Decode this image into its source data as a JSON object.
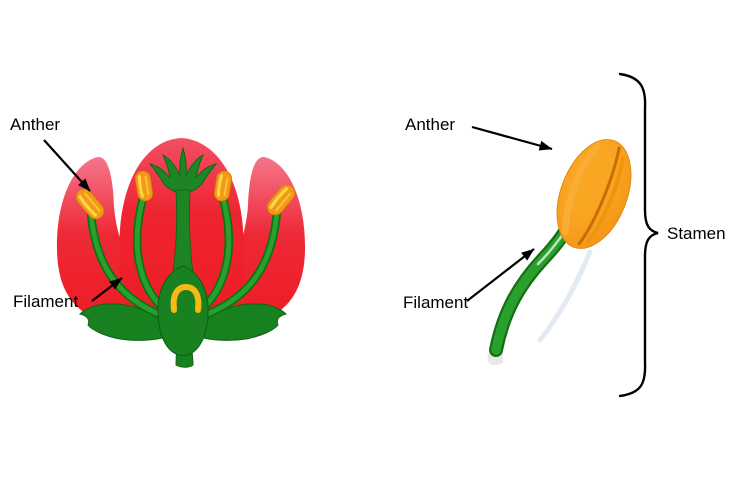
{
  "page": {
    "background": "#ffffff"
  },
  "left_diagram": {
    "labels": {
      "anther": "Anther",
      "filament": "Filament"
    }
  },
  "right_diagram": {
    "labels": {
      "anther": "Anther",
      "filament": "Filament",
      "stamen": "Stamen"
    }
  },
  "colors": {
    "petal_red": "#ed1c24",
    "petal_pink_highlight": "#f5758b",
    "filament_green": "#2aa02c",
    "filament_dark_green": "#0d7217",
    "foliage_dark_green": "#17801f",
    "anther_orange": "#f49a18",
    "anther_stripe_yellow": "#ffd44f",
    "ovule_yellow": "#f9b915",
    "arrow_black": "#000000",
    "label_text": "#000000"
  }
}
